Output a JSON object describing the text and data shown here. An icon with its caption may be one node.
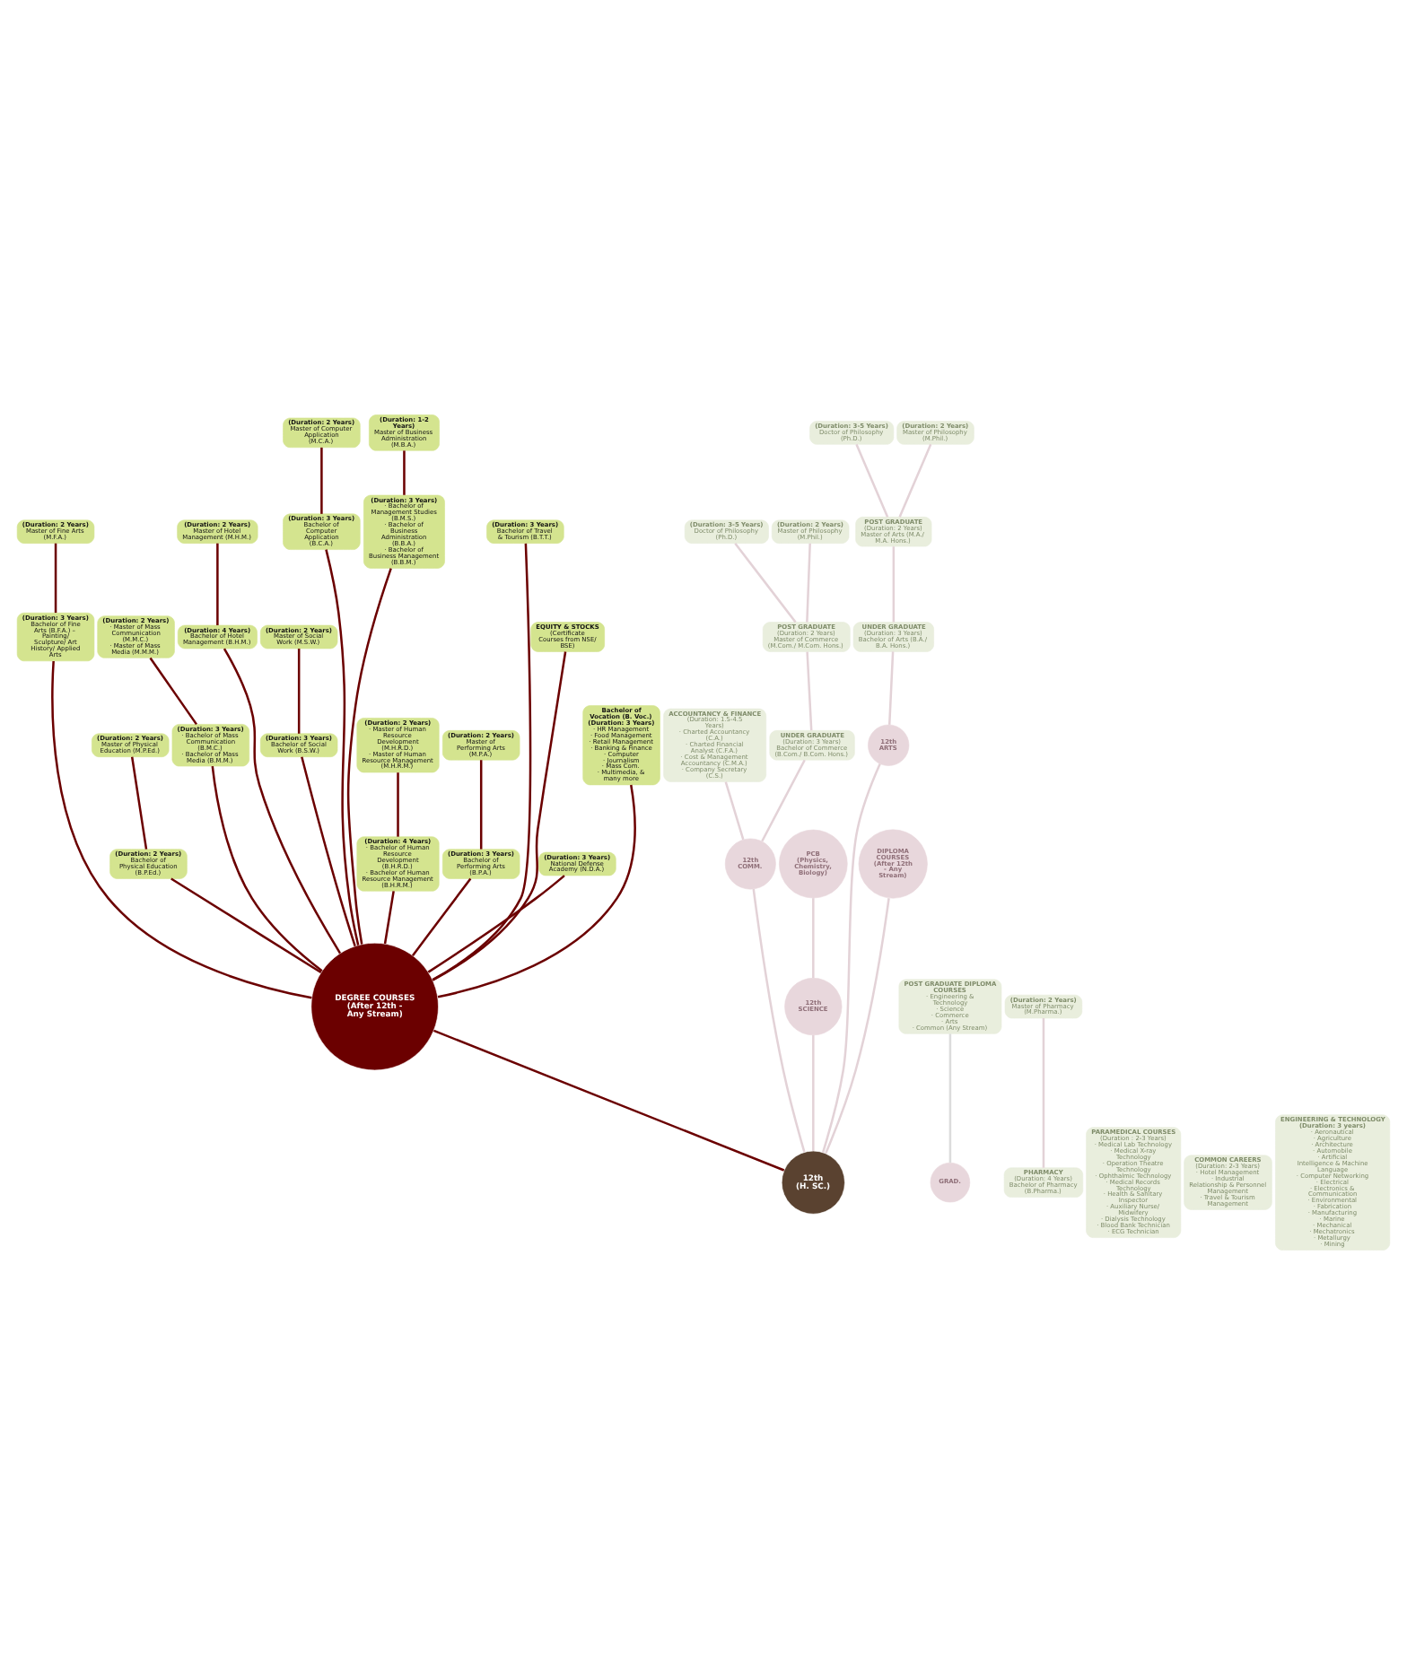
{
  "diagram": {
    "nodes": [
      {
        "text": [
          "(Duration: 2 Years)",
          "Master of Fine Arts (M.F.A.)"
        ]
      },
      {
        "text": [
          "(Duration: 1-2 Years)",
          "Master of Business Administration (M.B.A.)"
        ]
      },
      {
        "text": [
          "(Duration: 2 Years)",
          "Master of Physical Education (M.P.Ed.)"
        ]
      },
      {
        "text": [
          "(Duration: 2 Years)",
          "· Master of Mass Communication (M.M.C.)",
          "· Master of Mass Media (M.M.M.)"
        ]
      },
      {
        "text": [
          "(Duration: 3 Years)",
          "Bachelor of Fine Arts (B.F.A.) – Painting/ Sculpture/ Art History/ Applied Arts"
        ]
      },
      {
        "text": [
          "(Duration: 2 Years)",
          "Master of Social Work (M.S.W.)"
        ]
      },
      {
        "text": [
          "(Duration: 2 Years)",
          "Bachelor of Physical Education (B.P.Ed.)"
        ]
      },
      {
        "text": [
          "(Duration: 2 Years)",
          "Master of Hotel Management (M.H.M.)"
        ]
      },
      {
        "text": [
          "(Duration: 2 Years)",
          "· Master of Human Resource Development (M.H.R.D.)",
          "· Master of Human Resource Management (M.H.R.M.)"
        ]
      },
      {
        "text": [
          "(Duration: 3 Years)",
          "· Bachelor of Mass Communication (B.M.C.)",
          "· Bachelor of Mass Media (B.M.M.)"
        ]
      },
      {
        "text": [
          "(Duration: 4 Years)",
          "Bachelor of Hotel Management (B.H.M.)"
        ]
      },
      {
        "text": [
          "(Duration: 3 Years)",
          "Bachelor of Social Work (B.S.W.)"
        ]
      },
      {
        "text": [
          "(Duration: 2 Years)",
          "Master of Computer Application (M.C.A.)"
        ]
      },
      {
        "text": [
          "(Duration: 3 Years)",
          "Bachelor of Computer Application (B.C.A.)"
        ]
      },
      {
        "text": [
          "(Duration: 3 Years)",
          "· Bachelor of Management Studies (B.M.S.)",
          "· Bachelor of Business Administration (B.B.A.)",
          "· Bachelor of Business Management (B.B.M.)"
        ]
      },
      {
        "text": [
          "(Duration: 4 Years)",
          "· Bachelor of Human Resource Development (B.H.R.D.)",
          "· Bachelor of Human Resource Management (B.H.R.M.)"
        ]
      },
      {
        "text": [
          "(Duration: 2 Years)",
          "Master of Performing Arts (M.P.A.)"
        ]
      },
      {
        "text": [
          "(Duration: 3 Years)",
          "Bachelor of Performing Arts (B.P.A.)"
        ]
      },
      {
        "text": [
          "(Duration: 3 Years)",
          "Bachelor of Travel & Tourism (B.T.T.)"
        ]
      },
      {
        "text": [
          "EQUITY & STOCKS",
          "(Certificate Courses from NSE/ BSE)"
        ]
      },
      {
        "text": [
          "(Duration: 3 Years)",
          "National Defense Academy (N.D.A.)"
        ]
      },
      {
        "text": [
          "Bachelor of Vocation (B. Voc.) (Duration: 3 Years)",
          "· HR Management",
          "· Food Management",
          "· Retail Management",
          "· Banking & Finance",
          "· Computer",
          "· Journalism",
          "· Mass Com.",
          "· Multimedia, & many more"
        ]
      },
      {
        "text": [
          "DEGREE COURSES",
          "(After 12th - Any Stream)"
        ]
      },
      {
        "text": [
          "12th",
          "(H. SC.)"
        ]
      },
      {
        "text": [
          "POST GRADUATE DIPLOMA COURSES",
          "· Engineering & Technology",
          "· Science",
          "· Commerce",
          "· Arts",
          "· Common (Any Stream)"
        ]
      },
      {
        "text": [
          "GRAD."
        ]
      },
      {
        "text": [
          "(Duration: 2 Years)",
          "Master of Pharmacy (M.Pharma.)"
        ]
      },
      {
        "text": [
          "PHARMACY",
          "(Duration: 4 Years)",
          "Bachelor of Pharmacy (B.Pharma.)"
        ]
      },
      {
        "text": [
          "(Duration: 3-5 Years)",
          "Doctor of Philosophy (Ph.D.)"
        ]
      },
      {
        "text": [
          "POST GRADUATE",
          "(Duration: 2 Years)",
          "Master of Commerce (M.Com./ M.Com. Hons.)"
        ]
      },
      {
        "text": [
          "ACCOUNTANCY & FINANCE",
          "(Duration: 1.5-4.5 Years)",
          "· Charted Accountancy (C.A.)",
          "· Charted Financial Analyst (C.F.A.)",
          "· Cost & Management Accountancy (C.M.A.)",
          "· Company Secretary (C.S.)"
        ]
      },
      {
        "text": [
          "(Duration: 2 Years)",
          "Master of Philosophy (M.Phil.)"
        ]
      },
      {
        "text": [
          "UNDER GRADUATE",
          "(Duration: 3 Years)",
          "Bachelor of Commerce (B.Com./ B.Com. Hons.)"
        ]
      },
      {
        "text": [
          "PCB (Physics, Chemistry, Biology)"
        ]
      },
      {
        "text": [
          "(Duration: 3-5 Years)",
          "Doctor of Philosophy (Ph.D.)"
        ]
      },
      {
        "text": [
          "POST GRADUATE",
          "(Duration: 2 Years)",
          "Master of Arts (M.A./ M.A. Hons.)"
        ]
      },
      {
        "text": [
          "12th",
          "COMM."
        ]
      },
      {
        "text": [
          "(Duration: 2 Years)",
          "Master of Philosophy (M.Phil.)"
        ]
      },
      {
        "text": [
          "UNDER GRADUATE",
          "(Duration: 3 Years)",
          "Bachelor of Arts (B.A./ B.A. Hons.)"
        ]
      },
      {
        "text": [
          "12th",
          "SCIENCE"
        ]
      },
      {
        "text": [
          "12th",
          "ARTS"
        ]
      },
      {
        "text": [
          "PARAMEDICAL COURSES",
          "(Duration : 2-3 Years)",
          "· Medical Lab Technology",
          "· Medical X-ray Technology",
          "· Operation Theatre Technology",
          "· Ophthalmic Technology",
          "· Medical Records Technology",
          "· Health & Sanitary Inspector",
          "· Auxiliary Nurse/ Midwifery",
          "· Dialysis Technology",
          "· Blood Bank Technician",
          "· ECG Technician"
        ]
      },
      {
        "text": [
          "COMMON CAREERS",
          "(Duration: 2-3 Years)",
          "· Hotel Management",
          "· Industrial Relationship & Personnel Management",
          "· Travel & Tourism Management"
        ]
      },
      {
        "text": [
          "DIPLOMA COURSES",
          "(After 12th - Any Stream)"
        ]
      },
      {
        "text": [
          "ENGINEERING & TECHNOLOGY (Duration: 3 years)",
          "· Aeronautical",
          "· Agriculture",
          "· Architecture",
          "· Automobile",
          "· Artificial Intelligence & Machine Language",
          "· Computer Networking",
          "· Electrical",
          "· Electronics & Communication",
          "· Environmental",
          "· Fabrication",
          "· Manufacturing",
          "· Marine",
          "· Mechanical",
          "· Mechatronics",
          "· Metallurgy",
          "· Mining"
        ]
      }
    ],
    "edges": [
      {
        "from": 23,
        "to": 22,
        "arrow": "none"
      },
      {
        "from": 22,
        "to": 20,
        "arrow": "none"
      },
      {
        "from": 22,
        "to": 21,
        "arrow": "none"
      },
      {
        "from": 22,
        "to": 19,
        "arrow": "none"
      },
      {
        "from": 22,
        "to": 18,
        "arrow": "none"
      },
      {
        "from": 22,
        "to": 15,
        "arrow": "none"
      },
      {
        "from": 15,
        "to": 8,
        "arrow": "none"
      },
      {
        "from": 22,
        "to": 9,
        "arrow": "none"
      },
      {
        "from": 9,
        "to": 3,
        "arrow": "none"
      },
      {
        "from": 22,
        "to": 4,
        "arrow": "none"
      },
      {
        "from": 4,
        "to": 0,
        "arrow": "none"
      },
      {
        "from": 22,
        "to": 14,
        "arrow": "none"
      },
      {
        "from": 14,
        "to": 1,
        "arrow": "none"
      },
      {
        "from": 22,
        "to": 6,
        "arrow": "none"
      },
      {
        "from": 6,
        "to": 2,
        "arrow": "none"
      },
      {
        "from": 22,
        "to": 11,
        "arrow": "none"
      },
      {
        "from": 11,
        "to": 5,
        "arrow": "none"
      },
      {
        "from": 22,
        "to": 10,
        "arrow": "none"
      },
      {
        "from": 10,
        "to": 7,
        "arrow": "none"
      },
      {
        "from": 22,
        "to": 13,
        "arrow": "none"
      },
      {
        "from": 13,
        "to": 12,
        "arrow": "none"
      },
      {
        "from": 22,
        "to": 17,
        "arrow": "none"
      },
      {
        "from": 17,
        "to": 16,
        "arrow": "none"
      },
      {
        "from": 23,
        "to": 36,
        "arrow": "none",
        "color": "#e3d2d7"
      },
      {
        "from": 23,
        "to": 40,
        "arrow": "none",
        "color": "#e3d2d7"
      },
      {
        "from": 23,
        "to": 39,
        "arrow": "none",
        "color": "#e3d2d7"
      },
      {
        "from": 23,
        "to": 43,
        "arrow": "none",
        "color": "#e3d2d7"
      },
      {
        "from": 39,
        "to": 33,
        "arrow": "none",
        "color": "#e3d2d7"
      },
      {
        "from": 27,
        "to": 26,
        "arrow": "none",
        "color": "#e3d2d7"
      },
      {
        "from": 25,
        "to": 24,
        "arrow": "none",
        "color": "#dcdcdc"
      },
      {
        "from": 36,
        "to": 30,
        "arrow": "none",
        "color": "#e3d2d7"
      },
      {
        "from": 36,
        "to": 32,
        "arrow": "none",
        "color": "#e3d2d7"
      },
      {
        "from": 32,
        "to": 29,
        "arrow": "none",
        "color": "#e3d2d7"
      },
      {
        "from": 29,
        "to": 28,
        "arrow": "none",
        "color": "#e3d2d7"
      },
      {
        "from": 29,
        "to": 31,
        "arrow": "none",
        "color": "#e3d2d7"
      },
      {
        "from": 40,
        "to": 38,
        "arrow": "none",
        "color": "#e3d2d7"
      },
      {
        "from": 38,
        "to": 35,
        "arrow": "none",
        "color": "#e3d2d7"
      },
      {
        "from": 35,
        "to": 34,
        "arrow": "none",
        "color": "#e3d2d7"
      },
      {
        "from": 35,
        "to": 37,
        "arrow": "none",
        "color": "#e3d2d7"
      }
    ]
  }
}
